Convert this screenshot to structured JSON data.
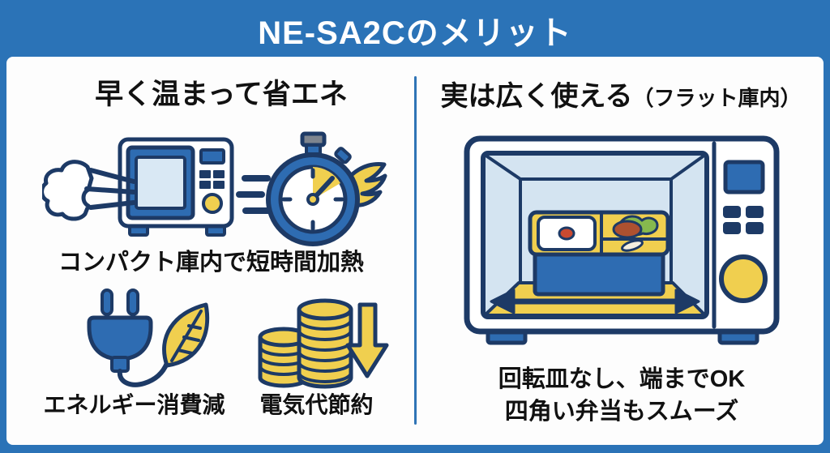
{
  "header": {
    "title": "NE-SA2Cのメリット"
  },
  "left_section": {
    "heading": "早く温まって省エネ",
    "row1_caption": "コンパクト庫内で短時間加熱",
    "row2_label_left": "エネルギー消費減",
    "row2_label_right": "電気代節約",
    "icons": [
      "steaming-microwave-icon",
      "winged-stopwatch-icon",
      "plug-and-leaf-icon",
      "coin-stacks-down-arrow-icon"
    ]
  },
  "right_section": {
    "heading_main": "実は広く使える",
    "heading_sub": "（フラット庫内）",
    "caption_line1": "回転皿なし、端までOK",
    "caption_line2": "四角い弁当もスムーズ",
    "icons": [
      "flat-cavity-microwave-with-bento-icon"
    ]
  },
  "colors": {
    "background_blue": "#2b73b7",
    "panel_white": "#fdfdfd",
    "outline_navy": "#1d3a66",
    "fill_blue": "#2e6cb2",
    "interior_light_blue": "#d4e4f1",
    "accent_yellow": "#f0cf4f",
    "divider_blue": "#2f74b6",
    "title_text": "#ffffff",
    "body_text": "#111111"
  }
}
